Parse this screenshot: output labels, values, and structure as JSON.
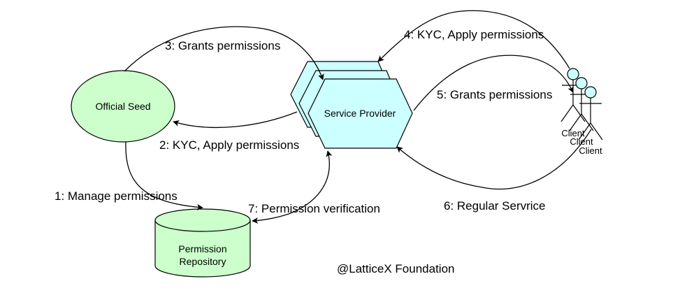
{
  "colors": {
    "seed_fill": "#ccffcc",
    "repository_fill": "#ccffcc",
    "provider_fill": "#ccffff",
    "client_head_fill": "#ccffff",
    "stroke": "#000000"
  },
  "nodes": {
    "official_seed": "Official Seed",
    "service_provider": "Service Provider",
    "repository_line1": "Permission",
    "repository_line2": "Repository",
    "clients": [
      "Client",
      "Client",
      "Client"
    ]
  },
  "edges": {
    "e1": "1: Manage permissions",
    "e2": "2: KYC, Apply permissions",
    "e3": "3: Grants permissions",
    "e4": "4: KYC, Apply permissions",
    "e5": "5: Grants permissions",
    "e6": "6: Regular Servrice",
    "e7": "7: Permission verification"
  },
  "credit": "@LatticeX Foundation"
}
